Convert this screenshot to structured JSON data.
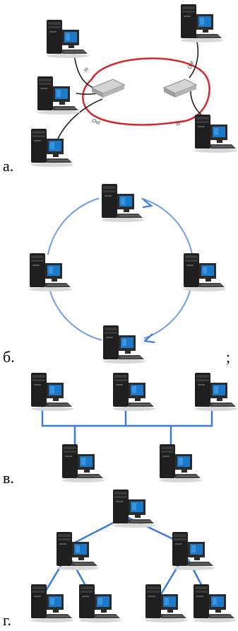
{
  "labels": {
    "a": "а.",
    "b": "б.",
    "semicolon": ";",
    "v": "в.",
    "g": "г."
  },
  "panel_a": {
    "cable_tags": [
      "In",
      "Out",
      "Out",
      "In"
    ]
  },
  "colors": {
    "ring_cable": "#d9262b",
    "network_line": "#3a7be0",
    "ring_line": "#6f9fe6",
    "tower": "#1f1f1f",
    "monitor_screen": "#1e78c8"
  },
  "icons": {
    "computer": "computer-icon",
    "hub": "network-hub-icon"
  }
}
